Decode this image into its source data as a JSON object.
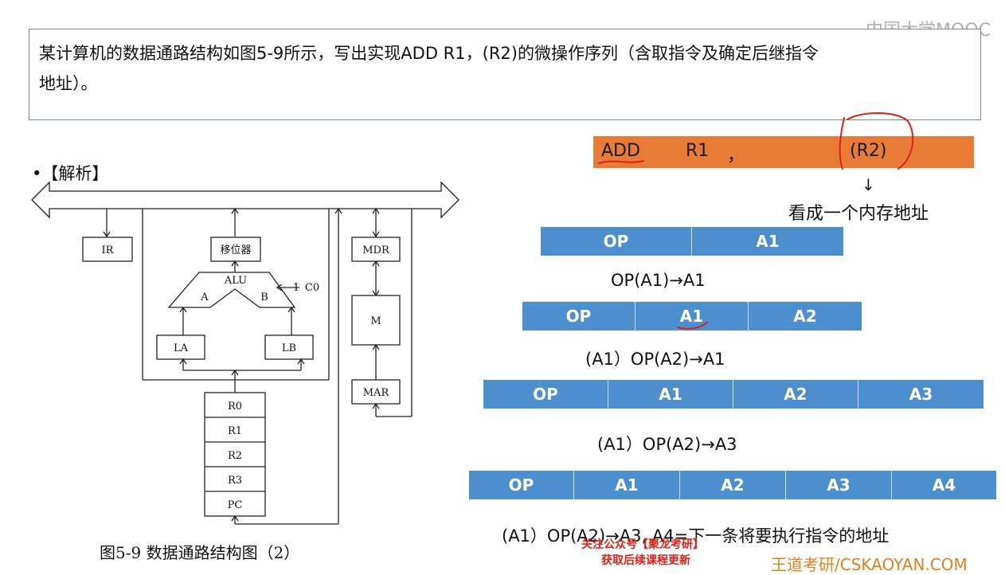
{
  "question": {
    "line1": "某计算机的数据通路结构如图5-9所示，写出实现ADD  R1，(R2)的微操作序列（含取指令及确定后继指令",
    "line2": "地址）。"
  },
  "watermark": {
    "mooc": "中国大学MOOC"
  },
  "analysis_label": "•【解析】",
  "diagram": {
    "IR": "IR",
    "shifter": "移位器",
    "ALU": "ALU",
    "A": "A",
    "B": "B",
    "C0": "C0",
    "one": "1",
    "LA": "LA",
    "LB": "LB",
    "MDR": "MDR",
    "M": "M",
    "MAR": "MAR",
    "regs": [
      "R0",
      "R1",
      "R2",
      "R3",
      "PC"
    ],
    "caption": "图5-9  数据通路结构图（2）"
  },
  "instruction": {
    "op": "ADD",
    "r1": "R1",
    "comma": "，",
    "r2": "(R2)"
  },
  "note": {
    "arrow": "↓",
    "text": "看成一个内存地址"
  },
  "formats": [
    {
      "cells": [
        "OP",
        "A1"
      ],
      "label": "OP(A1)→A1"
    },
    {
      "cells": [
        "OP",
        "A1",
        "A2"
      ],
      "label": "(A1）OP(A2)→A1"
    },
    {
      "cells": [
        "OP",
        "A1",
        "A2",
        "A3"
      ],
      "label": "(A1）OP(A2)→A3"
    },
    {
      "cells": [
        "OP",
        "A1",
        "A2",
        "A3",
        "A4"
      ],
      "label": "(A1）OP(A2)→A3, A4=下一条将要执行指令的地址"
    }
  ],
  "footer": {
    "promo1": "关注公众号【聚龙考研】",
    "promo2": "获取后续课程更新",
    "brand": "王道考研/CSKAOYAN.COM"
  },
  "colors": {
    "orange": "#e87b36",
    "blue_cell": "#4d8fce",
    "ink": "#e0201a",
    "brand": "#e0801f"
  }
}
